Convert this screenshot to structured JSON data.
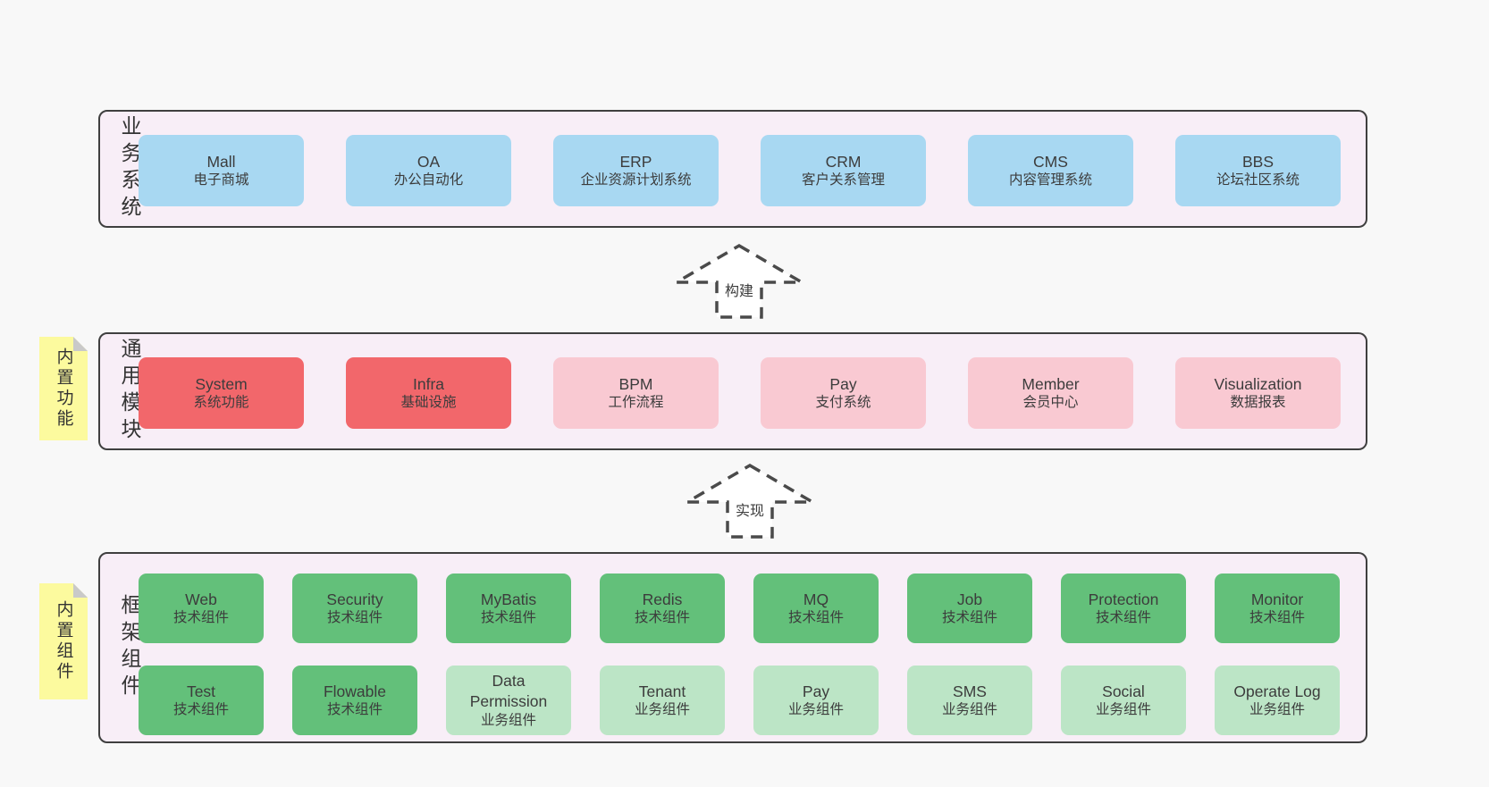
{
  "colors": {
    "page": "#f8f8f8",
    "band_bg": "#f8eef7",
    "band_border": "#3f3f3f",
    "blue": "#a8d8f2",
    "red": "#f2676b",
    "pink": "#f9c9d2",
    "green": "#63c07a",
    "green_light": "#bce5c6",
    "note_bg": "#fcfa9e",
    "note_fold": "#c9c9c9",
    "text": "#3c3c3c",
    "arrow": "#4a4a4a"
  },
  "arrows": {
    "build": {
      "label": "构建"
    },
    "implement": {
      "label": "实现"
    }
  },
  "bands": {
    "business": {
      "label": "业务系统",
      "boxes": [
        {
          "en": "Mall",
          "zh": "电子商城",
          "variant": "blue"
        },
        {
          "en": "OA",
          "zh": "办公自动化",
          "variant": "blue"
        },
        {
          "en": "ERP",
          "zh": "企业资源计划系统",
          "variant": "blue"
        },
        {
          "en": "CRM",
          "zh": "客户关系管理",
          "variant": "blue"
        },
        {
          "en": "CMS",
          "zh": "内容管理系统",
          "variant": "blue"
        },
        {
          "en": "BBS",
          "zh": "论坛社区系统",
          "variant": "blue"
        }
      ]
    },
    "modules": {
      "label": "通用模块",
      "note": "内置功能",
      "boxes": [
        {
          "en": "System",
          "zh": "系统功能",
          "variant": "red"
        },
        {
          "en": "Infra",
          "zh": "基础设施",
          "variant": "red"
        },
        {
          "en": "BPM",
          "zh": "工作流程",
          "variant": "pink"
        },
        {
          "en": "Pay",
          "zh": "支付系统",
          "variant": "pink"
        },
        {
          "en": "Member",
          "zh": "会员中心",
          "variant": "pink"
        },
        {
          "en": "Visualization",
          "zh": "数据报表",
          "variant": "pink"
        }
      ]
    },
    "components": {
      "label": "框架组件",
      "note": "内置组件",
      "rows": [
        [
          {
            "en": "Web",
            "zh": "技术组件",
            "variant": "green"
          },
          {
            "en": "Security",
            "zh": "技术组件",
            "variant": "green"
          },
          {
            "en": "MyBatis",
            "zh": "技术组件",
            "variant": "green"
          },
          {
            "en": "Redis",
            "zh": "技术组件",
            "variant": "green"
          },
          {
            "en": "MQ",
            "zh": "技术组件",
            "variant": "green"
          },
          {
            "en": "Job",
            "zh": "技术组件",
            "variant": "green"
          },
          {
            "en": "Protection",
            "zh": "技术组件",
            "variant": "green"
          },
          {
            "en": "Monitor",
            "zh": "技术组件",
            "variant": "green"
          }
        ],
        [
          {
            "en": "Test",
            "zh": "技术组件",
            "variant": "green"
          },
          {
            "en": "Flowable",
            "zh": "技术组件",
            "variant": "green"
          },
          {
            "en": "Data Permission",
            "zh": "业务组件",
            "variant": "green-light"
          },
          {
            "en": "Tenant",
            "zh": "业务组件",
            "variant": "green-light"
          },
          {
            "en": "Pay",
            "zh": "业务组件",
            "variant": "green-light"
          },
          {
            "en": "SMS",
            "zh": "业务组件",
            "variant": "green-light"
          },
          {
            "en": "Social",
            "zh": "业务组件",
            "variant": "green-light"
          },
          {
            "en": "Operate Log",
            "zh": "业务组件",
            "variant": "green-light"
          }
        ]
      ]
    }
  }
}
